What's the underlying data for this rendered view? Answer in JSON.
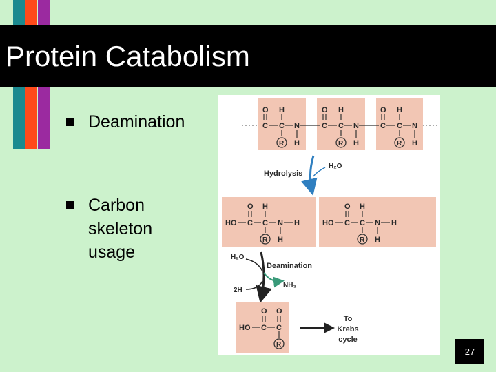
{
  "slide": {
    "title": "Protein Catabolism",
    "bullets": [
      {
        "label": "Deamination"
      },
      {
        "label": "Carbon skeleton usage",
        "lines": [
          "Carbon",
          "skeleton",
          "usage"
        ]
      }
    ],
    "page_number": "27"
  },
  "figure": {
    "labels": {
      "hydrolysis": "Hydrolysis",
      "water": "H₂O",
      "deamination": "Deamination",
      "water2": "H₂O",
      "two_h": "2H",
      "ammonia": "NH₃",
      "to_krebs": [
        "To",
        "Krebs",
        "cycle"
      ]
    }
  },
  "colors": {
    "background": "#ccf2cc",
    "title_bar": "#000000",
    "stripe_teal": "#1b8a8f",
    "stripe_orange": "#ff4a1a",
    "stripe_purple": "#9b2aa0",
    "molecule_fill": "#f2c6b4",
    "arrow_blue": "#2f7fc0",
    "arrow_green": "#3a9a7a"
  }
}
